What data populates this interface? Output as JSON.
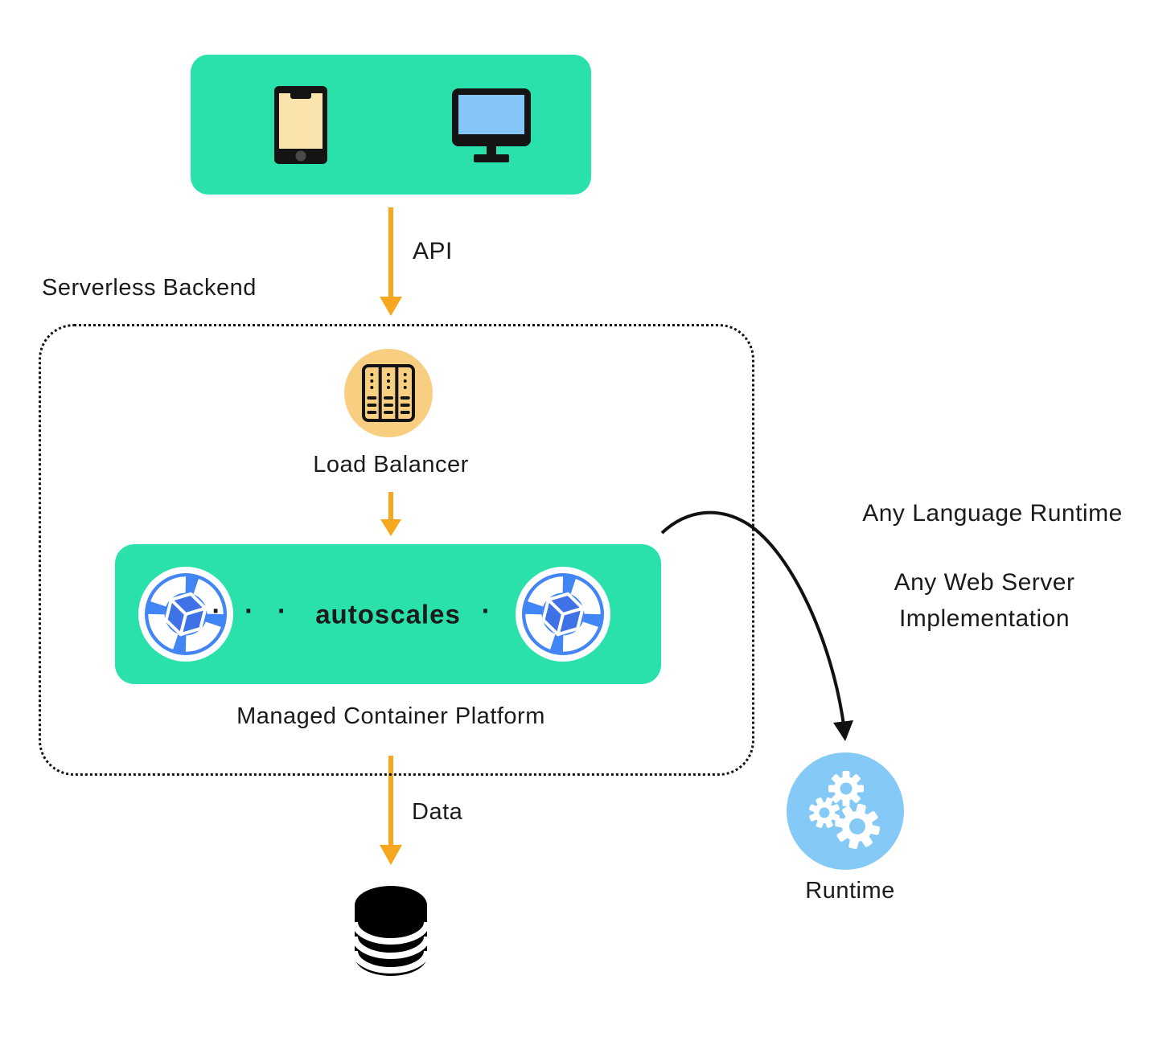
{
  "title": "Serverless backend architecture diagram",
  "colors": {
    "box_green": "#2AE1AB",
    "load_balancer_fill": "#F8CF80",
    "arrow_orange": "#F5A71D",
    "container_icon_blue": "#4285F4",
    "runtime_fill": "#85CAF6",
    "monitor_screen_blue": "#85C6F8",
    "phone_screen_cream": "#FAE3AC",
    "text_black": "#1B1B1B"
  },
  "clients": {
    "icons": [
      "smartphone-icon",
      "desktop-monitor-icon"
    ]
  },
  "flow": {
    "api_label": "API",
    "data_label": "Data"
  },
  "serverless_backend": {
    "label": "Serverless Backend",
    "load_balancer": {
      "label": "Load Balancer",
      "icon": "server-rack-icon"
    },
    "container_platform": {
      "label": "Managed Container Platform",
      "autoscales_label": "autoscales",
      "dots": "· · ·",
      "icon": "container-orchestrator-icon"
    }
  },
  "database": {
    "icon": "database-cylinder-icon"
  },
  "runtime": {
    "label": "Runtime",
    "icon": "gears-icon",
    "note_line1": "Any Language Runtime",
    "note_line2": "Any Web Server",
    "note_line3": "Implementation"
  }
}
